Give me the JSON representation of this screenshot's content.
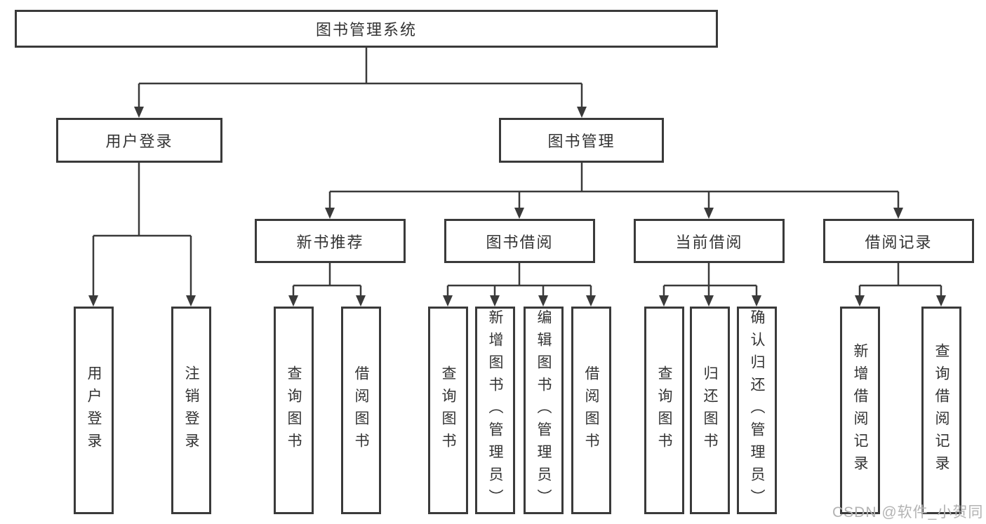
{
  "diagram": {
    "root": {
      "label": "图书管理系统"
    },
    "branches": [
      {
        "label": "用户登录",
        "children": [
          {
            "label": "用户登录"
          },
          {
            "label": "注销登录"
          }
        ]
      },
      {
        "label": "图书管理",
        "children": [
          {
            "label": "新书推荐",
            "children": [
              {
                "label": "查询图书"
              },
              {
                "label": "借阅图书"
              }
            ]
          },
          {
            "label": "图书借阅",
            "children": [
              {
                "label": "查询图书"
              },
              {
                "label": "新增图书（管理员）"
              },
              {
                "label": "编辑图书（管理员）"
              },
              {
                "label": "借阅图书"
              }
            ]
          },
          {
            "label": "当前借阅",
            "children": [
              {
                "label": "查询图书"
              },
              {
                "label": "归还图书"
              },
              {
                "label": "确认归还（管理员）"
              }
            ]
          },
          {
            "label": "借阅记录",
            "children": [
              {
                "label": "新增借阅记录"
              },
              {
                "label": "查询借阅记录"
              }
            ]
          }
        ]
      }
    ]
  },
  "watermark": "CSDN @软件_小贺同学",
  "colors": {
    "line": "#3a3a3a",
    "text": "#333333",
    "box_background": "#ffffff",
    "watermark": "#b3b3b3",
    "background": "#ffffff"
  }
}
